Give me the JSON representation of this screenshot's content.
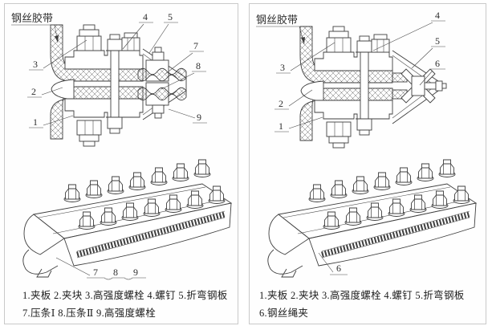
{
  "colors": {
    "line": "#3f3f3f",
    "panel_border": "#c9c9c9",
    "background": "#ffffff"
  },
  "left_panel": {
    "belt_label": "钢丝胶带",
    "callouts": {
      "n1": "1",
      "n2": "2",
      "n3": "3",
      "n4": "4",
      "n5": "5",
      "n7": "7",
      "n8": "8",
      "n9": "9"
    },
    "iso_callouts": {
      "n7": "7",
      "n8": "8",
      "n9": "9"
    },
    "caption1": "1.夹板 2.夹块 3.高强度螺栓 4.螺钉 5.折弯钢板",
    "caption2": "7.压条Ⅰ 8.压条Ⅱ 9.高强度螺栓"
  },
  "right_panel": {
    "belt_label": "钢丝胶带",
    "callouts": {
      "n1": "1",
      "n2": "2",
      "n3": "3",
      "n4": "4",
      "n5": "5",
      "n6": "6"
    },
    "iso_callouts": {
      "n6": "6"
    },
    "caption1": "1.夹板 2.夹块 3.高强度螺栓 4.螺钉 5.折弯钢板",
    "caption2": "6.钢丝绳夹"
  }
}
